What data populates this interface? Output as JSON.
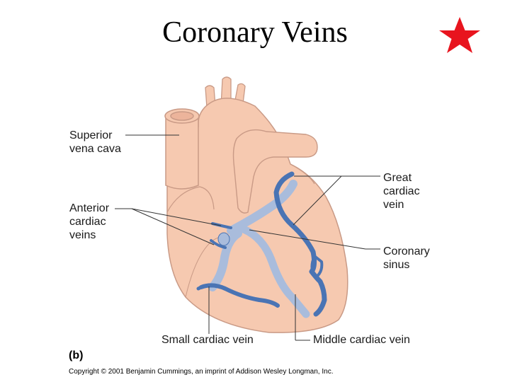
{
  "title": "Coronary Veins",
  "labels": {
    "superior_vena_cava": "Superior\nvena cava",
    "anterior_cardiac_veins": "Anterior\ncardiac\nveins",
    "great_cardiac_vein": "Great\ncardiac\nvein",
    "coronary_sinus": "Coronary\nsinus",
    "small_cardiac_vein": "Small cardiac vein",
    "middle_cardiac_vein": "Middle cardiac vein"
  },
  "panel_label": "(b)",
  "copyright": "Copyright © 2001 Benjamin Cummings, an imprint of Addison Wesley Longman, Inc.",
  "colors": {
    "heart_fill": "#f6c9b0",
    "heart_outline": "#c99a86",
    "vein_dark": "#4a74b4",
    "vein_light": "#a9bcdc",
    "star": "#e8141e"
  }
}
